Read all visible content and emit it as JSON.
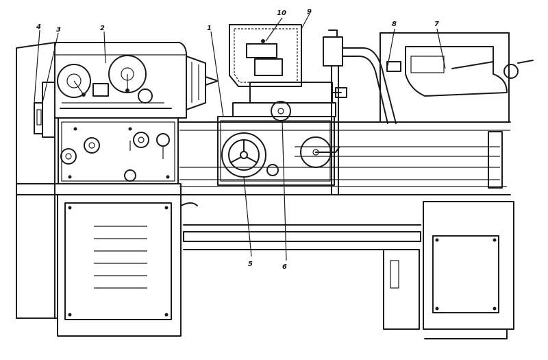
{
  "diagram": {
    "callouts": [
      {
        "id": "c1",
        "text": "1"
      },
      {
        "id": "c2",
        "text": "2"
      },
      {
        "id": "c3",
        "text": "3"
      },
      {
        "id": "c4",
        "text": "4"
      },
      {
        "id": "c5",
        "text": "5"
      },
      {
        "id": "c6",
        "text": "6"
      },
      {
        "id": "c7",
        "text": "7"
      },
      {
        "id": "c8",
        "text": "8"
      },
      {
        "id": "c9",
        "text": "9"
      },
      {
        "id": "c10",
        "text": "10"
      }
    ]
  },
  "colors": {
    "ink": "#1a1a1a",
    "paper": "#ffffff"
  }
}
